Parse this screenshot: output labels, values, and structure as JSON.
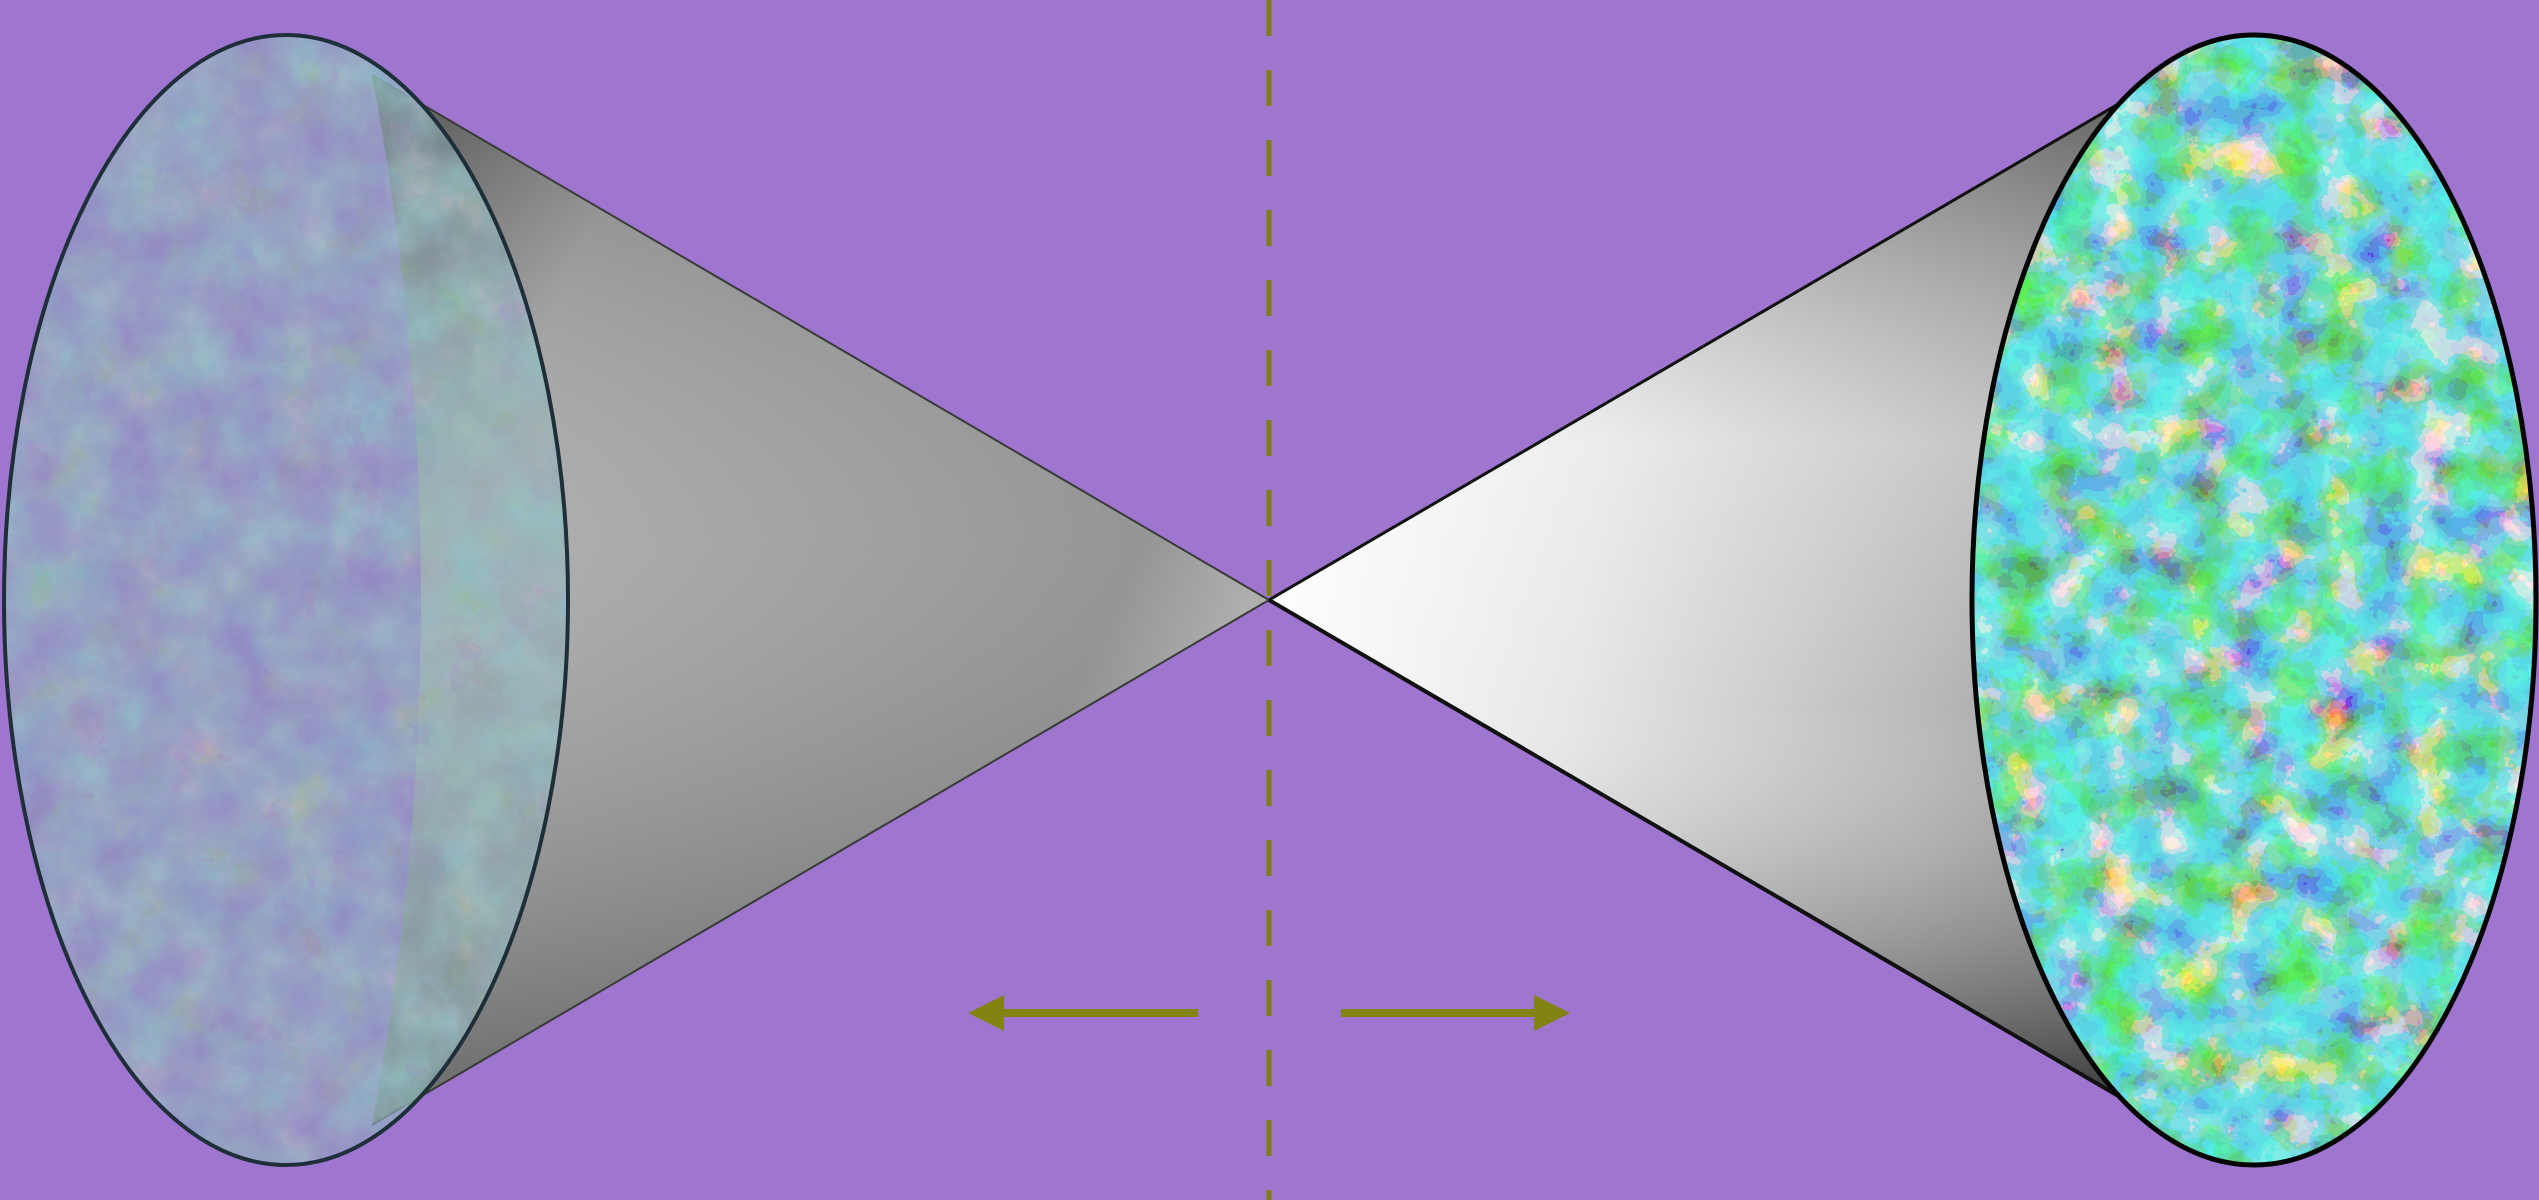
{
  "diagram": {
    "description_text": "",
    "colors": {
      "background": "#9e75cf",
      "axis_dash": "#7f7f10",
      "arrow": "#838311",
      "outline": "#0a0a0a",
      "cmb_deep_blue": "#10106a",
      "cmb_blue": "#1e64c8",
      "cmb_cyan": "#10a0c8",
      "cmb_green": "#34c070",
      "cmb_yellow": "#e8e820",
      "cmb_orange": "#f08a10",
      "cmb_red": "#d01010"
    },
    "left_sky_map": {
      "icon": "cmb-sky-map-icon",
      "style": "faded"
    },
    "right_sky_map": {
      "icon": "cmb-sky-map-icon",
      "style": "vivid"
    },
    "left_cone": {
      "icon": "light-cone-icon",
      "shading": "mid-grey"
    },
    "right_cone": {
      "icon": "light-cone-icon",
      "shading": "white-to-dark"
    },
    "left_arrow": {
      "icon": "arrow-left-icon"
    },
    "right_arrow": {
      "icon": "arrow-right-icon"
    },
    "axis": {
      "icon": "dashed-time-axis",
      "style": "dashed"
    }
  }
}
